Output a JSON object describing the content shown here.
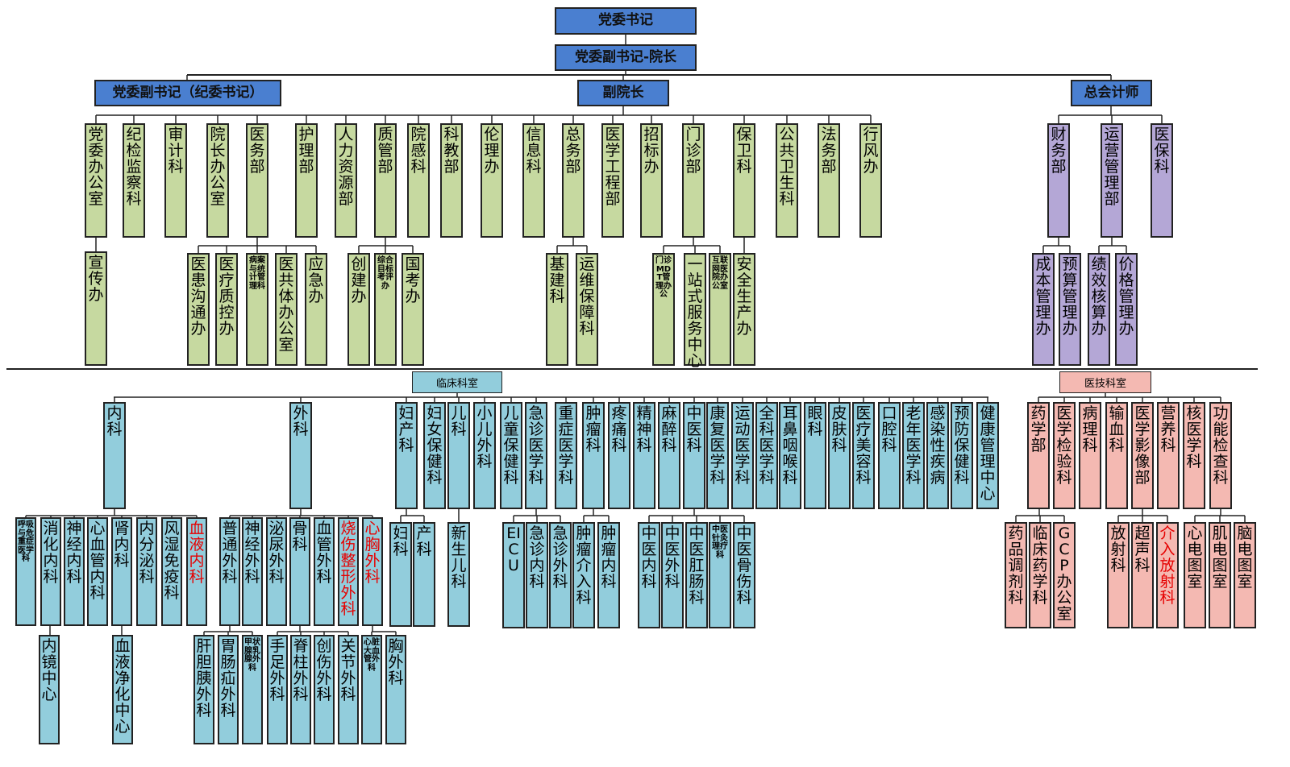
{
  "admin": {
    "top": "党委书记",
    "second": "党委副书记-院长",
    "left_head": "党委副书记（纪委书记）",
    "mid_head": "副院长",
    "right_head": "总会计师",
    "depts": [
      "党委办公室",
      "纪检监察科",
      "审计科",
      "院长办公室",
      "医务部",
      "护理部",
      "人力资源部",
      "质管部",
      "院感科",
      "科教部",
      "伦理办",
      "信息科",
      "总务部",
      "医学工程部",
      "招标办",
      "门诊部",
      "保卫科",
      "公共卫生科",
      "法务部",
      "行风办"
    ],
    "sub_party": [
      "宣传办"
    ],
    "sub_medical": [
      "医患沟通办",
      "医疗质控办",
      "病案与统计管理科",
      "医共体办公室",
      "应急办"
    ],
    "sub_quality": [
      "创建办",
      "综合目标考评办",
      "国考办"
    ],
    "sub_general": [
      "基建科",
      "运维保障科"
    ],
    "sub_outpatient": [
      "门诊MDT管理办公",
      "一站式服务中心",
      "互联网医院办公室"
    ],
    "sub_security": [
      "安全生产办"
    ],
    "finance_depts": [
      "财务部",
      "运营管理部",
      "医保科"
    ],
    "sub_finance": [
      "成本管理办",
      "预算管理办"
    ],
    "sub_ops": [
      "绩效核算办",
      "价格管理办"
    ]
  },
  "clinical": {
    "label": "临床科室",
    "neike": "内科",
    "waike": "外科",
    "others": [
      "妇产科",
      "妇女保健科",
      "儿科",
      "小儿外科",
      "儿童保健科",
      "急诊医学科",
      "重症医学科",
      "肿瘤科",
      "疼痛科",
      "精神科",
      "麻醉科",
      "中医科",
      "康复医学科",
      "运动医学科",
      "全科医学科",
      "耳鼻咽喉科",
      "眼科",
      "皮肤科",
      "医疗美容科",
      "口腔科",
      "老年医学科",
      "感染性疾病",
      "预防保健科",
      "健康管理中心"
    ],
    "neike_subs": [
      "呼吸与危重症医学科",
      "消化内科",
      "神经内科",
      "心血管内科",
      "肾内科",
      "内分泌科",
      "风湿免疫科",
      "血液内科"
    ],
    "neike_sub2": [
      "内镜中心",
      "血液净化中心"
    ],
    "waike_subs": [
      "普通外科",
      "神经外科",
      "泌尿外科",
      "骨科",
      "血管外科",
      "烧伤整形外科",
      "心胸外科"
    ],
    "waike_sub2_general": [
      "肝胆胰外科",
      "胃肠疝外科",
      "甲状腺乳腺外科"
    ],
    "waike_sub2_ortho": [
      "手足外科",
      "脊柱外科",
      "创伤外科",
      "关节外科"
    ],
    "waike_sub2_chest": [
      "心脏大血管外科",
      "胸外科"
    ],
    "fuchan_subs": [
      "妇科",
      "产科"
    ],
    "erke_subs": [
      "新生儿科"
    ],
    "jizhen_subs": [
      "EICU",
      "急诊内科",
      "急诊外科"
    ],
    "zhongliu_subs": [
      "肿瘤介入科",
      "肿瘤内科"
    ],
    "zhongyi_subs": [
      "中医内科",
      "中医外科",
      "中医肛肠科",
      "中医针灸理疗科",
      "中医骨伤科"
    ]
  },
  "tech": {
    "label": "医技科室",
    "depts": [
      "药学部",
      "医学检验科",
      "病理科",
      "输血科",
      "医学影像部",
      "营养科",
      "核医学科",
      "功能检查科"
    ],
    "pharm_subs": [
      "药品调剂科",
      "临床药学科",
      "GCP办公室"
    ],
    "imaging_subs": [
      "放射科",
      "超声科",
      "介入放射科"
    ],
    "func_subs": [
      "心电图室",
      "肌电图室",
      "脑电图室"
    ]
  },
  "colors": {
    "header": "#4a7fd0",
    "admin": "#c6d9a0",
    "clinical": "#92cddc",
    "finance": "#b4a7d6",
    "tech": "#f4b9b2",
    "highlight": "#e60000"
  },
  "highlighted": [
    "血液内科",
    "烧伤整形外科",
    "心胸外科",
    "介入放射科"
  ]
}
